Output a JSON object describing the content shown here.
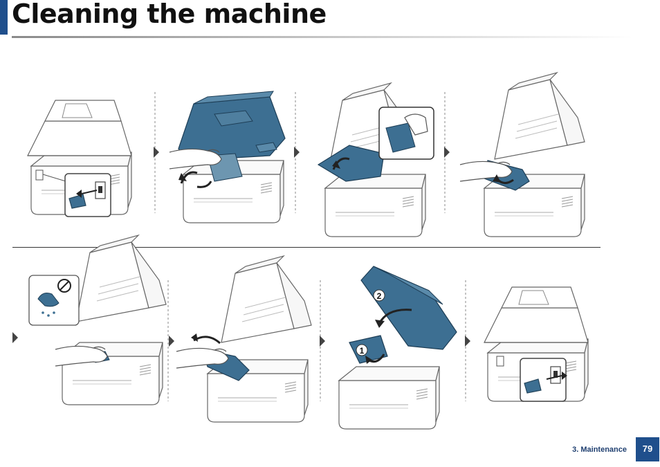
{
  "page": {
    "title": "Cleaning the machine",
    "section": "3. Maintenance",
    "page_number": "79"
  },
  "callouts": {
    "step_1": "1",
    "step_2": "2"
  },
  "colors": {
    "accent": "#1f4f8c",
    "part_highlight": "#3d6f92",
    "line_art": "#555555"
  },
  "icons": [
    "unplug-icon",
    "no-water-icon",
    "plug-in-icon",
    "open-cover-arrow-icon",
    "close-cover-arrow-icon"
  ]
}
